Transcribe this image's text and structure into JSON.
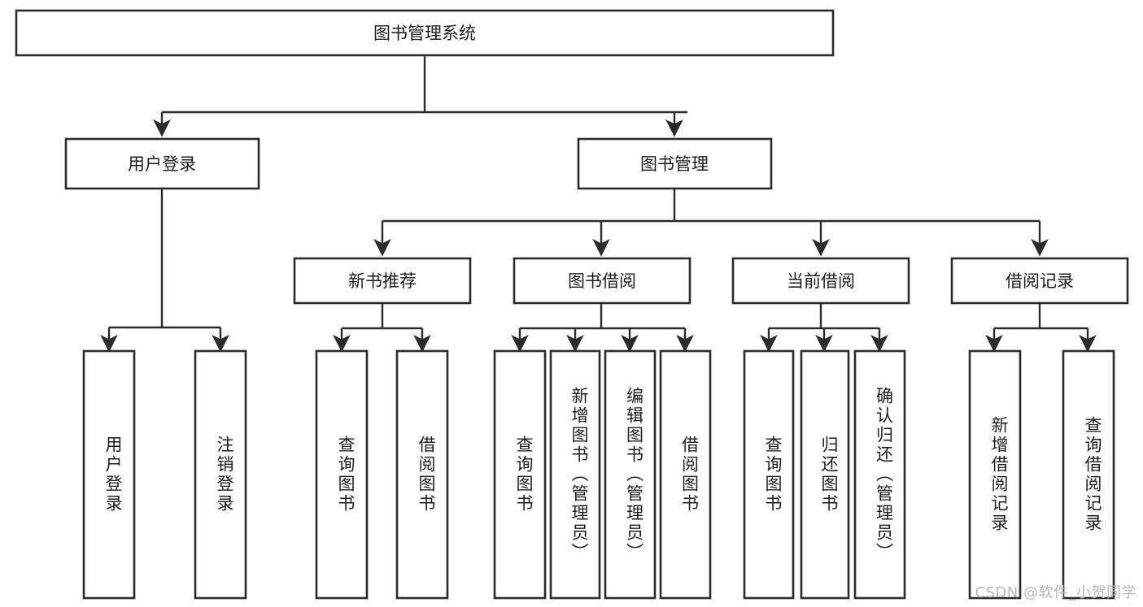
{
  "diagram": {
    "title": "图书管理系统",
    "type": "hierarchy-tree",
    "orientation": "top-down",
    "background_color": "#ffffff",
    "box_stroke_color": "#2b2b2b",
    "text_color": "#1d1d1d",
    "root": {
      "label": "图书管理系统"
    },
    "level2": [
      {
        "label": "用户登录"
      },
      {
        "label": "图书管理"
      }
    ],
    "level3": [
      {
        "label": "新书推荐"
      },
      {
        "label": "图书借阅"
      },
      {
        "label": "当前借阅"
      },
      {
        "label": "借阅记录"
      }
    ],
    "leaves": {
      "user_login": [
        {
          "label": "用户登录"
        },
        {
          "label": "注销登录"
        }
      ],
      "new_book_recommend": [
        {
          "label": "查询图书"
        },
        {
          "label": "借阅图书"
        }
      ],
      "book_borrow": [
        {
          "label": "查询图书"
        },
        {
          "label": "新增图书（管理员）"
        },
        {
          "label": "编辑图书（管理员）"
        },
        {
          "label": "借阅图书"
        }
      ],
      "current_borrow": [
        {
          "label": "查询图书"
        },
        {
          "label": "归还图书"
        },
        {
          "label": "确认归还（管理员）"
        }
      ],
      "borrow_records": [
        {
          "label": "新增借阅记录"
        },
        {
          "label": "查询借阅记录"
        }
      ]
    }
  },
  "watermark": {
    "text": "CSDN @软件_小贺同学",
    "color": "#b8b8b8"
  }
}
